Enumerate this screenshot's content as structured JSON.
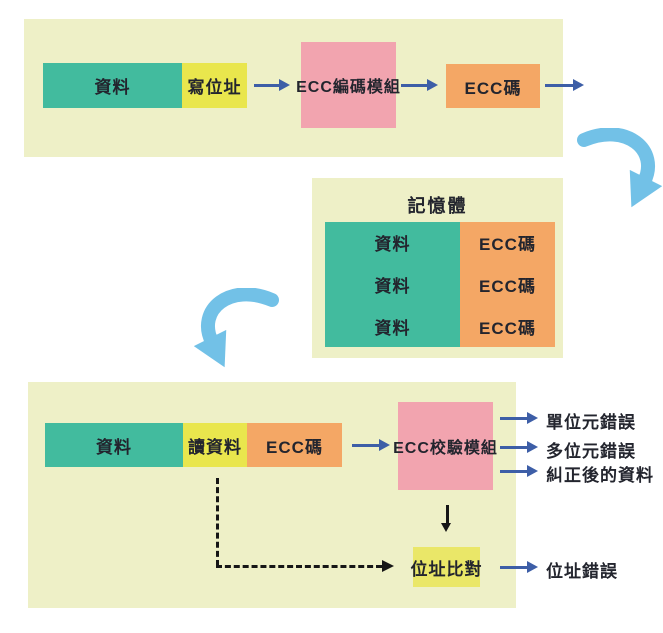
{
  "diagram": {
    "write_flow": {
      "data": "資料",
      "write_address": "寫位址",
      "encoder": "ECC編碼模組",
      "ecc_code": "ECC碼"
    },
    "memory": {
      "title": "記憶體",
      "rows": [
        {
          "data": "資料",
          "ecc": "ECC碼"
        },
        {
          "data": "資料",
          "ecc": "ECC碼"
        },
        {
          "data": "資料",
          "ecc": "ECC碼"
        }
      ]
    },
    "read_flow": {
      "data": "資料",
      "read_data": "讀資料",
      "ecc_code": "ECC碼",
      "checker": "ECC校驗模組",
      "single_bit_error": "單位元錯誤",
      "multi_bit_error": "多位元錯誤",
      "corrected_data": "糾正後的資料",
      "address_compare": "位址比對",
      "address_error": "位址錯誤"
    },
    "colors": {
      "panel_background": "#eef0c7",
      "data_teal": "#42bb9e",
      "address_yellow": "#e9e64d",
      "module_pink": "#f2a4af",
      "ecc_orange": "#f4a765",
      "arrow_blue": "#3d5ea7",
      "curved_arrow_blue": "#72c1e7",
      "connector_black": "#161616"
    }
  }
}
